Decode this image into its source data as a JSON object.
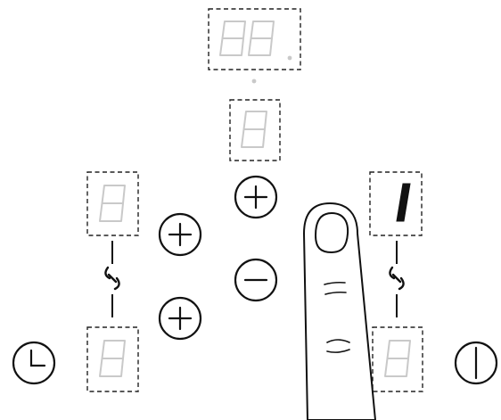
{
  "displays": {
    "timer": {
      "digits": [
        "0",
        "0"
      ],
      "lit": false,
      "has_dot": true
    },
    "center": {
      "digit": "0",
      "lit": false
    },
    "left_top": {
      "digit": "0",
      "lit": false
    },
    "left_bottom": {
      "digit": "0",
      "lit": false
    },
    "right_top": {
      "digit": "1",
      "lit": true
    },
    "right_bottom": {
      "digit": "0",
      "lit": false
    }
  },
  "buttons": {
    "center_plus": {
      "symbol": "plus"
    },
    "center_minus": {
      "symbol": "minus"
    },
    "left_plus_top": {
      "symbol": "plus"
    },
    "left_plus_bottom": {
      "symbol": "plus"
    },
    "timer": {
      "icon": "clock-icon"
    },
    "power": {
      "icon": "power-icon"
    }
  },
  "links": {
    "left": {
      "icon": "link-icon"
    },
    "right": {
      "icon": "link-icon"
    }
  },
  "colors": {
    "ink": "#111111",
    "segment_off": "#c9c9c9",
    "background": "#ffffff"
  }
}
